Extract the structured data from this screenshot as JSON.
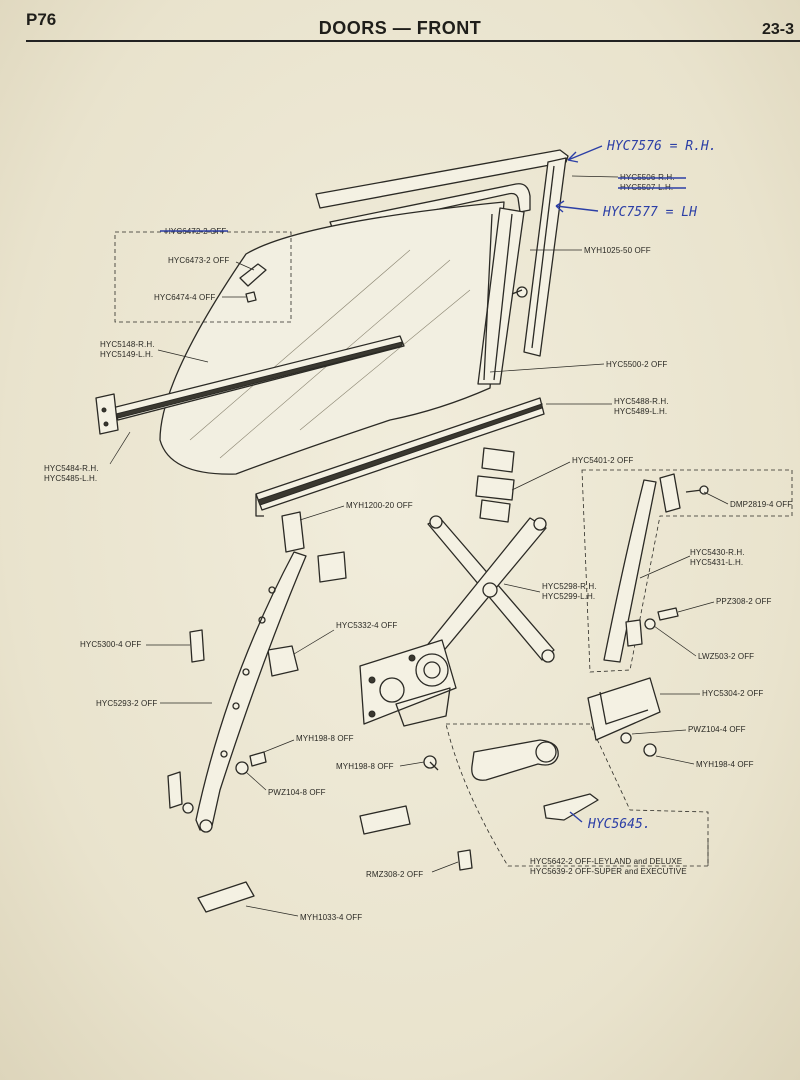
{
  "header": {
    "page": "P76",
    "title": "DOORS — FRONT",
    "section": "23-3"
  },
  "handwritten": {
    "rh": "HYC7576 = R.H.",
    "lh": "HYC7577 = LH",
    "bottom": "HYC5645."
  },
  "labels": [
    {
      "id": "hyc6473",
      "text": "HYC6473-2 OFF"
    },
    {
      "id": "hyc6474",
      "text": "HYC6474-4 OFF"
    },
    {
      "id": "hyc5148",
      "text": "HYC5148-R.H."
    },
    {
      "id": "hyc5149",
      "text": "HYC5149-L.H."
    },
    {
      "id": "hyc5484",
      "text": "HYC5484-R.H."
    },
    {
      "id": "hyc5485",
      "text": "HYC5485-L.H."
    },
    {
      "id": "myh1025",
      "text": "MYH1025-50 OFF"
    },
    {
      "id": "hyc5500",
      "text": "HYC5500-2 OFF"
    },
    {
      "id": "hyc5488",
      "text": "HYC5488-R.H."
    },
    {
      "id": "hyc5489",
      "text": "HYC5489-L.H."
    },
    {
      "id": "hyc5401",
      "text": "HYC5401-2 OFF"
    },
    {
      "id": "dmp2819",
      "text": "DMP2819-4 OFF"
    },
    {
      "id": "myh1200",
      "text": "MYH1200-20 OFF"
    },
    {
      "id": "hyc5430",
      "text": "HYC5430-R.H."
    },
    {
      "id": "hyc5431",
      "text": "HYC5431-L.H."
    },
    {
      "id": "hyc5298",
      "text": "HYC5298-R.H."
    },
    {
      "id": "hyc5299",
      "text": "HYC5299-L.H."
    },
    {
      "id": "ppz308",
      "text": "PPZ308-2 OFF"
    },
    {
      "id": "hyc5300",
      "text": "HYC5300-4 OFF"
    },
    {
      "id": "hyc5332",
      "text": "HYC5332-4 OFF"
    },
    {
      "id": "lwz503",
      "text": "LWZ503-2 OFF"
    },
    {
      "id": "hyc5304",
      "text": "HYC5304-2 OFF"
    },
    {
      "id": "hyc5293",
      "text": "HYC5293-2 OFF"
    },
    {
      "id": "pwz104a",
      "text": "PWZ104-4 OFF"
    },
    {
      "id": "myh198a",
      "text": "MYH198-8 OFF"
    },
    {
      "id": "myh198b",
      "text": "MYH198-8 OFF"
    },
    {
      "id": "myh198c",
      "text": "MYH198-4 OFF"
    },
    {
      "id": "pwz104b",
      "text": "PWZ104-8 OFF"
    },
    {
      "id": "rmz308",
      "text": "RMZ308-2 OFF"
    },
    {
      "id": "hyc5642",
      "text": "HYC5642-2 OFF-LEYLAND and DELUXE"
    },
    {
      "id": "hyc5639",
      "text": "HYC5639-2 OFF-SUPER and EXECUTIVE"
    },
    {
      "id": "myh1033",
      "text": "MYH1033-4 OFF"
    }
  ]
}
